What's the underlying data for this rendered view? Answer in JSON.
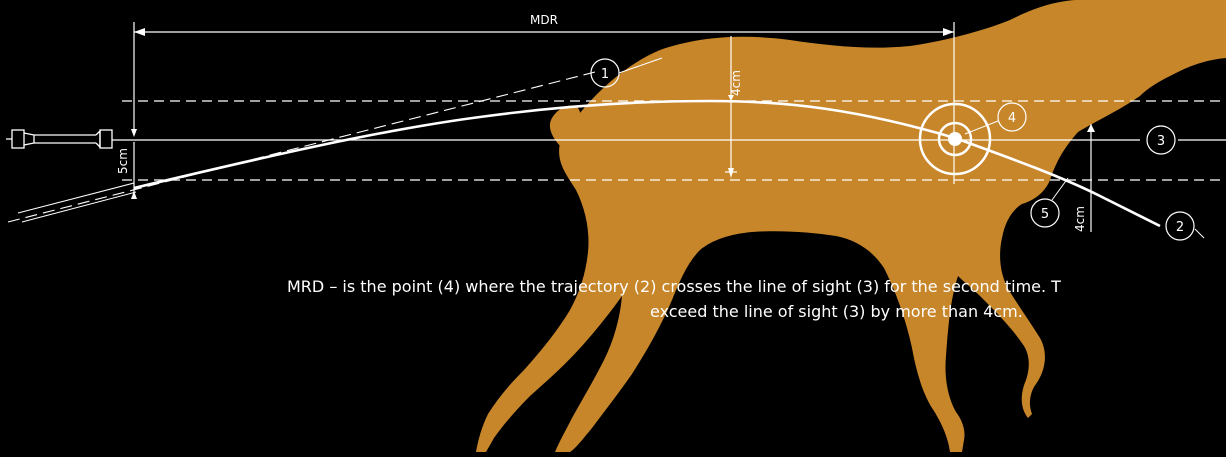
{
  "diagram": {
    "mdr_label": "MDR",
    "dim_5cm_label": "5cm",
    "dim_4cm_top_label": "4cm",
    "dim_4cm_right_label": "4cm",
    "markers": {
      "m1": "1",
      "m2": "2",
      "m3": "3",
      "m4": "4",
      "m5": "5"
    },
    "caption_line1": "MRD – is the point (4) where the trajectory (2) crosses the line of sight (3) for the second time. T",
    "caption_line2": "exceed the line of sight (3) by more than 4cm."
  },
  "colors": {
    "background": "#000000",
    "deer": "#c8862a",
    "lines": "#ffffff"
  }
}
